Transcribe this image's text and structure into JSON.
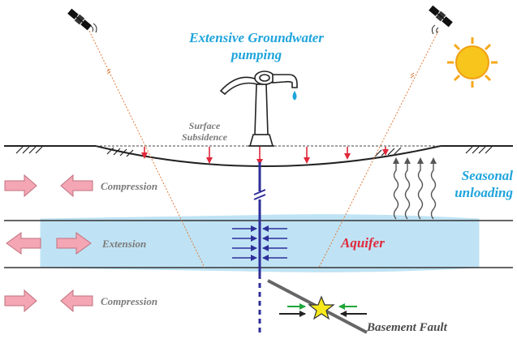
{
  "title": {
    "line1": "Extensive Groundwater",
    "line2": "pumping"
  },
  "surface": {
    "line1": "Surface",
    "line2": "Subsidence"
  },
  "seasonal": {
    "line1": "Seasonal",
    "line2": "unloading"
  },
  "layers": {
    "compression_top": "Compression",
    "extension": "Extension",
    "compression_bottom": "Compression"
  },
  "aquifer_label": "Aquifer",
  "fault_label": "Basement Fault",
  "colors": {
    "title": "#1fa4dc",
    "aquifer_fill": "#bfe3f4",
    "aquifer_text": "#e0283a",
    "subsidence_arrows": "#e0283a",
    "compression_arrows": "#2e2e9a",
    "strain_arrows": "#f4a6b4",
    "ray": "#e07a3a",
    "sun": "#f7c51b",
    "star": "#f7e91b"
  }
}
